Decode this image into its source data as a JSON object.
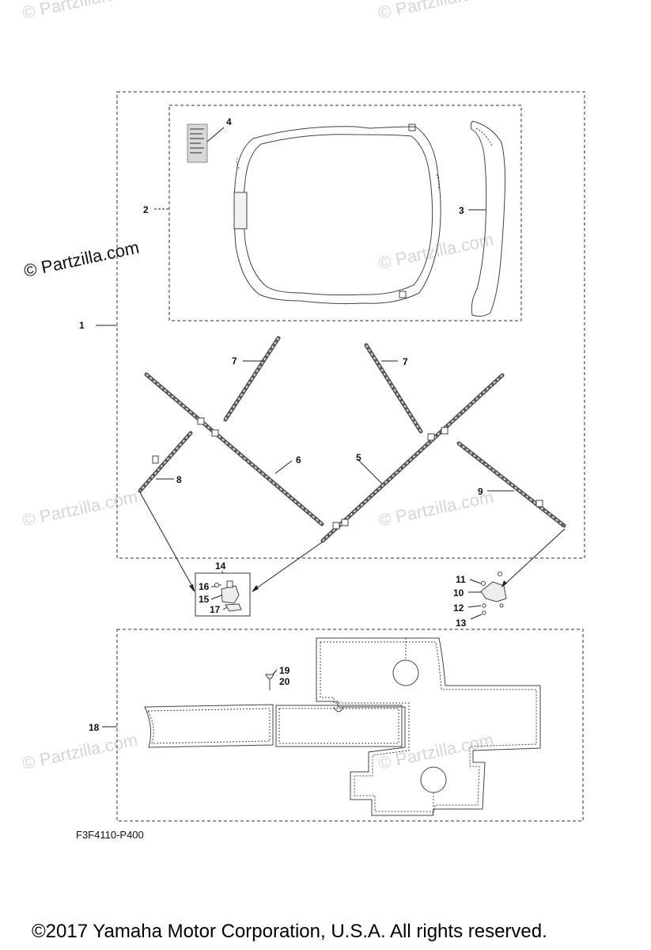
{
  "watermark": "© Partzilla.com",
  "callouts": [
    "1",
    "2",
    "3",
    "4",
    "5",
    "6",
    "7",
    "7",
    "8",
    "9",
    "10",
    "11",
    "12",
    "13",
    "14",
    "15",
    "16",
    "17",
    "18",
    "19",
    "20"
  ],
  "diagram_code": "F3F4110-P400",
  "copyright": "©2017  Yamaha Motor Corporation, U.S.A. All rights reserved."
}
